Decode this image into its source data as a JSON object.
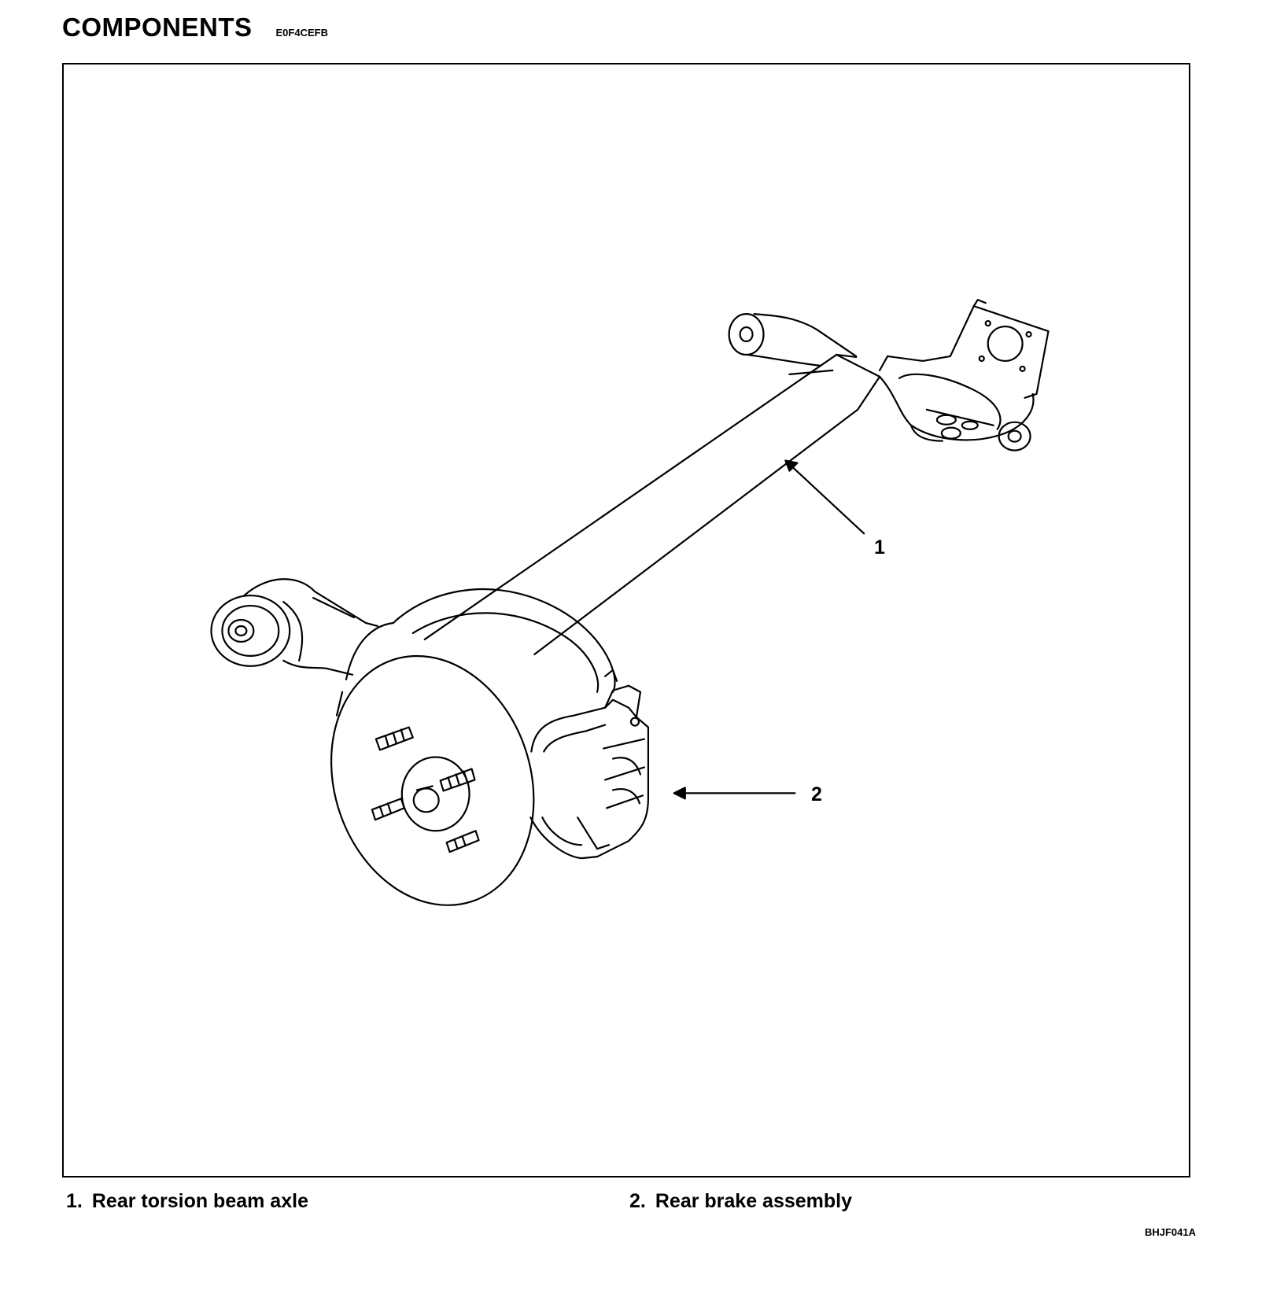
{
  "heading": {
    "title": "COMPONENTS",
    "code": "E0F4CEFB"
  },
  "figure": {
    "callouts": [
      {
        "number": "1",
        "part": "Rear torsion beam axle"
      },
      {
        "number": "2",
        "part": "Rear brake assembly"
      }
    ],
    "figure_code": "BHJF041A"
  },
  "legend": [
    {
      "number": "1.",
      "label": "Rear torsion beam axle"
    },
    {
      "number": "2.",
      "label": "Rear brake assembly"
    }
  ]
}
